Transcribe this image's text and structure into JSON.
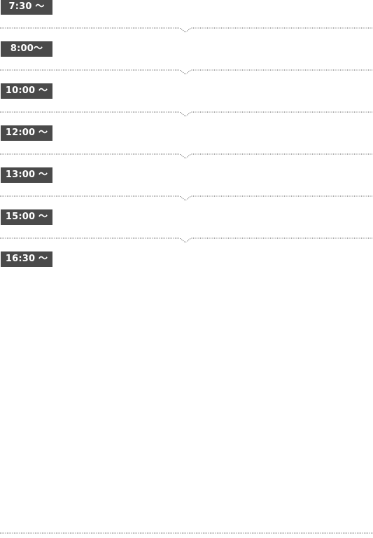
{
  "schedule": {
    "times": [
      "7:30 〜",
      "8:00〜",
      "10:00 〜",
      "12:00 〜",
      "13:00 〜",
      "15:00 〜",
      "16:30 〜"
    ],
    "badge_color": "#4a4a4a",
    "divider_color": "#555555",
    "divider_icon": "chevron-down-icon"
  }
}
